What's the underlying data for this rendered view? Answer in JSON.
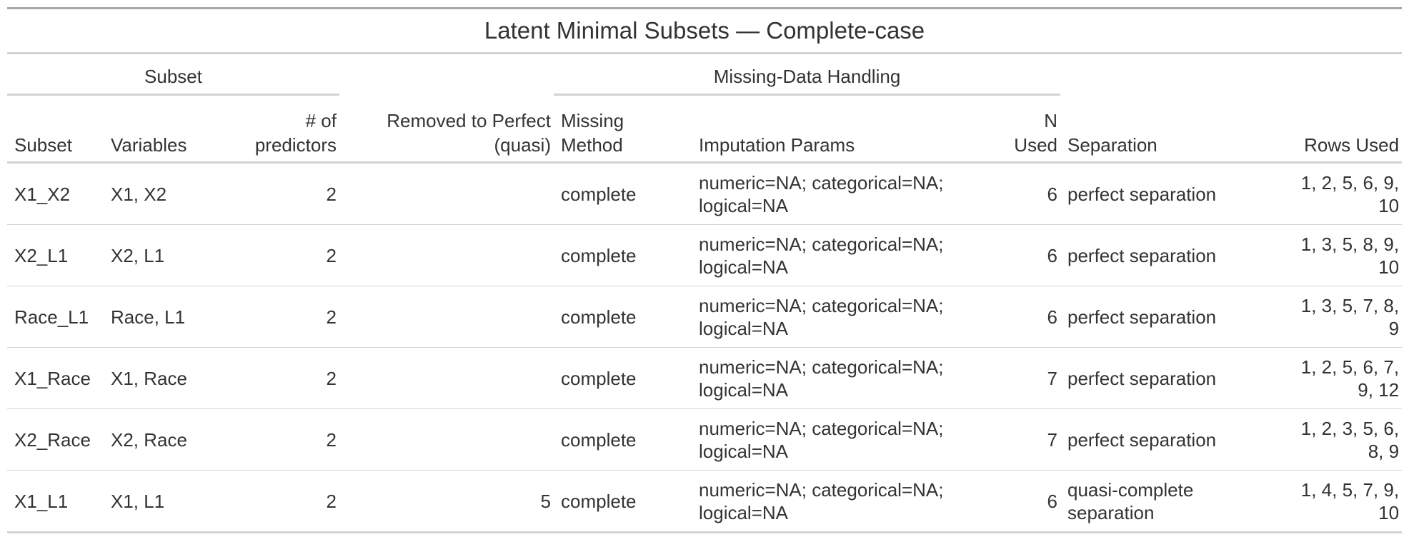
{
  "title": "Latent Minimal Subsets — Complete-case",
  "spanners": {
    "subset": "Subset",
    "missing": "Missing-Data Handling"
  },
  "columns": {
    "subset": "Subset",
    "variables": "Variables",
    "n_predictors": [
      "# of",
      "predictors"
    ],
    "removed": [
      "Removed to Perfect",
      "(quasi)"
    ],
    "method": [
      "Missing",
      "Method"
    ],
    "params": "Imputation Params",
    "n_used": [
      "N",
      "Used"
    ],
    "separation": "Separation",
    "rows_used": "Rows Used"
  },
  "rows": [
    {
      "subset": "X1_X2",
      "variables": "X1, X2",
      "n_predictors": "2",
      "removed": "",
      "method": "complete",
      "params": [
        "numeric=NA; categorical=NA;",
        "logical=NA"
      ],
      "n_used": "6",
      "separation": [
        "perfect separation"
      ],
      "rows_used": [
        "1, 2, 5, 6, 9,",
        "10"
      ]
    },
    {
      "subset": "X2_L1",
      "variables": "X2, L1",
      "n_predictors": "2",
      "removed": "",
      "method": "complete",
      "params": [
        "numeric=NA; categorical=NA;",
        "logical=NA"
      ],
      "n_used": "6",
      "separation": [
        "perfect separation"
      ],
      "rows_used": [
        "1, 3, 5, 8, 9,",
        "10"
      ]
    },
    {
      "subset": "Race_L1",
      "variables": "Race, L1",
      "n_predictors": "2",
      "removed": "",
      "method": "complete",
      "params": [
        "numeric=NA; categorical=NA;",
        "logical=NA"
      ],
      "n_used": "6",
      "separation": [
        "perfect separation"
      ],
      "rows_used": [
        "1, 3, 5, 7, 8,",
        "9"
      ]
    },
    {
      "subset": "X1_Race",
      "variables": "X1, Race",
      "n_predictors": "2",
      "removed": "",
      "method": "complete",
      "params": [
        "numeric=NA; categorical=NA;",
        "logical=NA"
      ],
      "n_used": "7",
      "separation": [
        "perfect separation"
      ],
      "rows_used": [
        "1, 2, 5, 6, 7,",
        "9, 12"
      ]
    },
    {
      "subset": "X2_Race",
      "variables": "X2, Race",
      "n_predictors": "2",
      "removed": "",
      "method": "complete",
      "params": [
        "numeric=NA; categorical=NA;",
        "logical=NA"
      ],
      "n_used": "7",
      "separation": [
        "perfect separation"
      ],
      "rows_used": [
        "1, 2, 3, 5, 6,",
        "8, 9"
      ]
    },
    {
      "subset": "X1_L1",
      "variables": "X1, L1",
      "n_predictors": "2",
      "removed": "5",
      "method": "complete",
      "params": [
        "numeric=NA; categorical=NA;",
        "logical=NA"
      ],
      "n_used": "6",
      "separation": [
        "quasi-complete",
        "separation"
      ],
      "rows_used": [
        "1, 4, 5, 7, 9,",
        "10"
      ]
    }
  ]
}
